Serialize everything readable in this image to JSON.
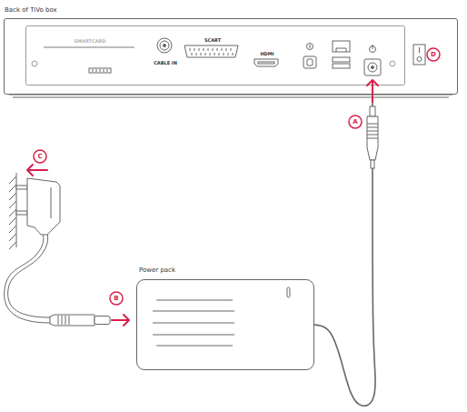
{
  "diagram": {
    "nodes": [
      {
        "text": [
          "Back of TiVo box",
          "SMARTCARD",
          "CABLE IN",
          "SCART",
          "HDMI"
        ]
      },
      {
        "text": [
          "Power pack"
        ]
      }
    ],
    "edges": [
      {
        "from": 1,
        "to": 0,
        "arrow": "none"
      }
    ],
    "labels": [
      "A",
      "B",
      "C",
      "D"
    ]
  }
}
